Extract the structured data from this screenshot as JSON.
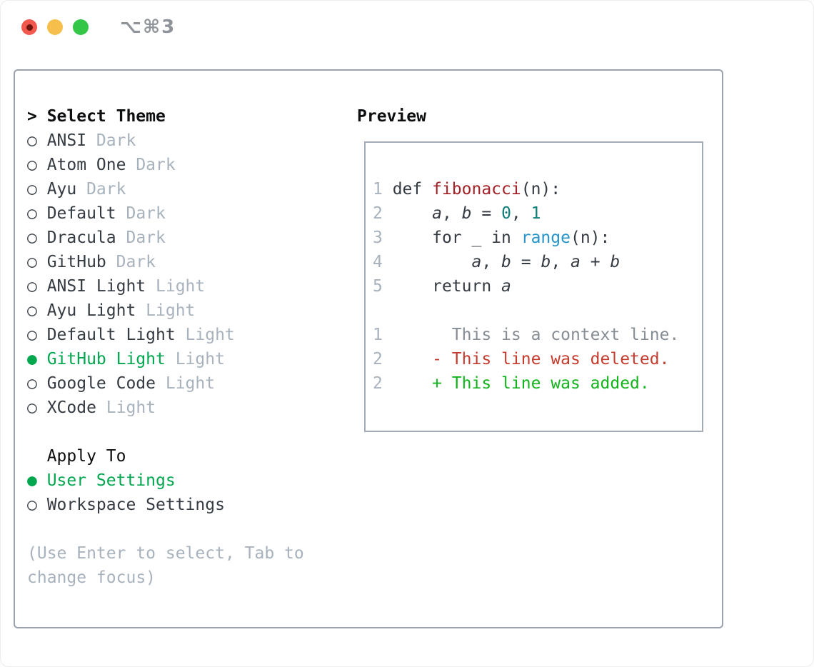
{
  "window": {
    "title": "⌥⌘3",
    "traffic_lights": [
      "close",
      "minimize",
      "zoom"
    ]
  },
  "colors": {
    "accent_green": "#00a74e",
    "added_green": "#12b41c",
    "deleted_red": "#c53b2e",
    "function_red": "#a52127",
    "builtin_blue": "#2694ca",
    "number_teal": "#0c7d77",
    "text_dark": "#353b42",
    "muted_gray": "#a8b2bc",
    "context_gray": "#868d94",
    "panel_border": "#99a2ad",
    "preview_border": "#a3abb6"
  },
  "theme_list": {
    "prompt": ">",
    "title": "Select Theme",
    "items": [
      {
        "marker": "○",
        "name": "ANSI",
        "variant": "Dark",
        "selected": false
      },
      {
        "marker": "○",
        "name": "Atom One",
        "variant": "Dark",
        "selected": false
      },
      {
        "marker": "○",
        "name": "Ayu",
        "variant": "Dark",
        "selected": false
      },
      {
        "marker": "○",
        "name": "Default",
        "variant": "Dark",
        "selected": false
      },
      {
        "marker": "○",
        "name": "Dracula",
        "variant": "Dark",
        "selected": false
      },
      {
        "marker": "○",
        "name": "GitHub",
        "variant": "Dark",
        "selected": false
      },
      {
        "marker": "○",
        "name": "ANSI Light",
        "variant": "Light",
        "selected": false
      },
      {
        "marker": "○",
        "name": "Ayu Light",
        "variant": "Light",
        "selected": false
      },
      {
        "marker": "○",
        "name": "Default Light",
        "variant": "Light",
        "selected": false
      },
      {
        "marker": "●",
        "name": "GitHub Light",
        "variant": "Light",
        "selected": true
      },
      {
        "marker": "○",
        "name": "Google Code",
        "variant": "Light",
        "selected": false
      },
      {
        "marker": "○",
        "name": "XCode",
        "variant": "Light",
        "selected": false
      }
    ]
  },
  "apply_to": {
    "title": "Apply To",
    "items": [
      {
        "marker": "●",
        "label": "User Settings",
        "selected": true
      },
      {
        "marker": "○",
        "label": "Workspace Settings",
        "selected": false
      }
    ]
  },
  "hint": {
    "line1": "(Use Enter to select, Tab to",
    "line2": "change focus)"
  },
  "preview": {
    "title": "Preview",
    "lines": [
      {
        "tokens": []
      },
      {
        "tokens": [
          {
            "t": "1 ",
            "c": "lnum"
          },
          {
            "t": "def ",
            "c": "code"
          },
          {
            "t": "fibonacci",
            "c": "func"
          },
          {
            "t": "(n):",
            "c": "code"
          }
        ]
      },
      {
        "tokens": [
          {
            "t": "2 ",
            "c": "lnum"
          },
          {
            "t": "    ",
            "c": "code"
          },
          {
            "t": "a",
            "c": "var"
          },
          {
            "t": ", ",
            "c": "code"
          },
          {
            "t": "b",
            "c": "var"
          },
          {
            "t": " = ",
            "c": "code"
          },
          {
            "t": "0",
            "c": "num"
          },
          {
            "t": ", ",
            "c": "code"
          },
          {
            "t": "1",
            "c": "num"
          }
        ]
      },
      {
        "tokens": [
          {
            "t": "3 ",
            "c": "lnum"
          },
          {
            "t": "    for _ in ",
            "c": "code"
          },
          {
            "t": "range",
            "c": "builtin"
          },
          {
            "t": "(n):",
            "c": "code"
          }
        ]
      },
      {
        "tokens": [
          {
            "t": "4 ",
            "c": "lnum"
          },
          {
            "t": "        ",
            "c": "code"
          },
          {
            "t": "a",
            "c": "var"
          },
          {
            "t": ", ",
            "c": "code"
          },
          {
            "t": "b",
            "c": "var"
          },
          {
            "t": " = ",
            "c": "code"
          },
          {
            "t": "b",
            "c": "var"
          },
          {
            "t": ", ",
            "c": "code"
          },
          {
            "t": "a",
            "c": "var"
          },
          {
            "t": " + ",
            "c": "code"
          },
          {
            "t": "b",
            "c": "var"
          }
        ]
      },
      {
        "tokens": [
          {
            "t": "5 ",
            "c": "lnum"
          },
          {
            "t": "    return ",
            "c": "code"
          },
          {
            "t": "a",
            "c": "var"
          }
        ]
      },
      {
        "tokens": []
      },
      {
        "tokens": [
          {
            "t": "1",
            "c": "lnum"
          },
          {
            "t": "       This is a context line.",
            "c": "context"
          }
        ]
      },
      {
        "tokens": [
          {
            "t": "2",
            "c": "lnum"
          },
          {
            "t": "     ",
            "c": "code"
          },
          {
            "t": "- This line was deleted.",
            "c": "deleted"
          }
        ]
      },
      {
        "tokens": [
          {
            "t": "2",
            "c": "lnum"
          },
          {
            "t": "     ",
            "c": "code"
          },
          {
            "t": "+ This line was added.",
            "c": "added"
          }
        ]
      }
    ]
  }
}
